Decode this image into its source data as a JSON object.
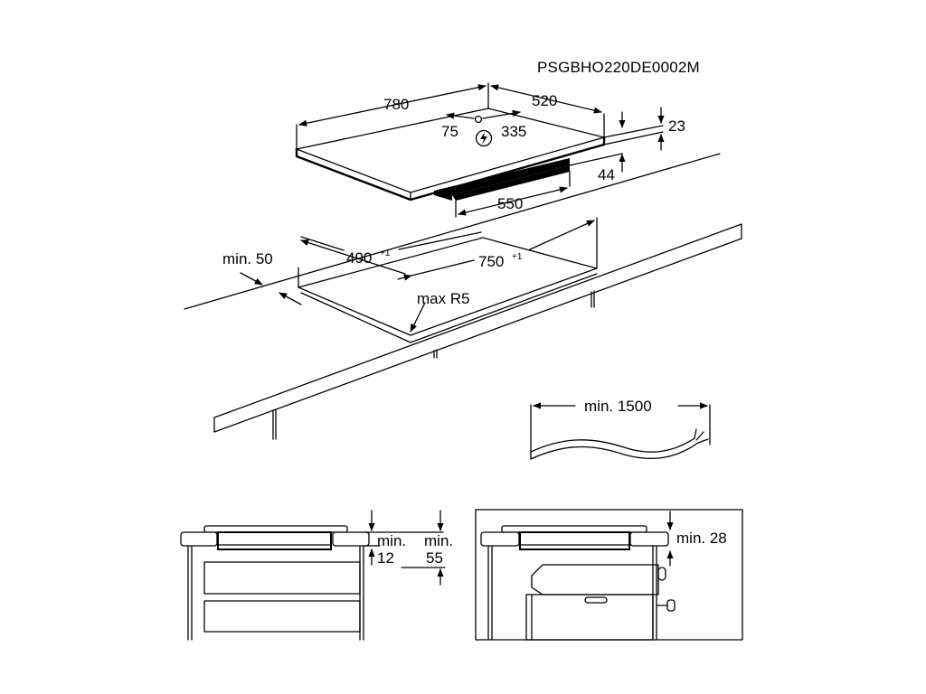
{
  "drawing_code": "PSGBHO220DE0002M",
  "hob": {
    "width": "780",
    "depth": "520",
    "cable_left": "75",
    "cable_right": "335",
    "height_top": "23",
    "height_total": "44",
    "body_width": "550"
  },
  "cutout": {
    "min_distance": "min. 50",
    "depth": "490",
    "depth_tol": "+1",
    "width": "750",
    "width_tol": "+1",
    "radius": "max R5"
  },
  "cable": {
    "min_length": "min. 1500"
  },
  "section_left": {
    "min_a": "min.",
    "val_a": "12",
    "min_b": "min.",
    "val_b": "55"
  },
  "section_right": {
    "min_label": "min. 28"
  },
  "icons": [
    "power-connection-icon",
    "dimension-arrow-icon"
  ]
}
